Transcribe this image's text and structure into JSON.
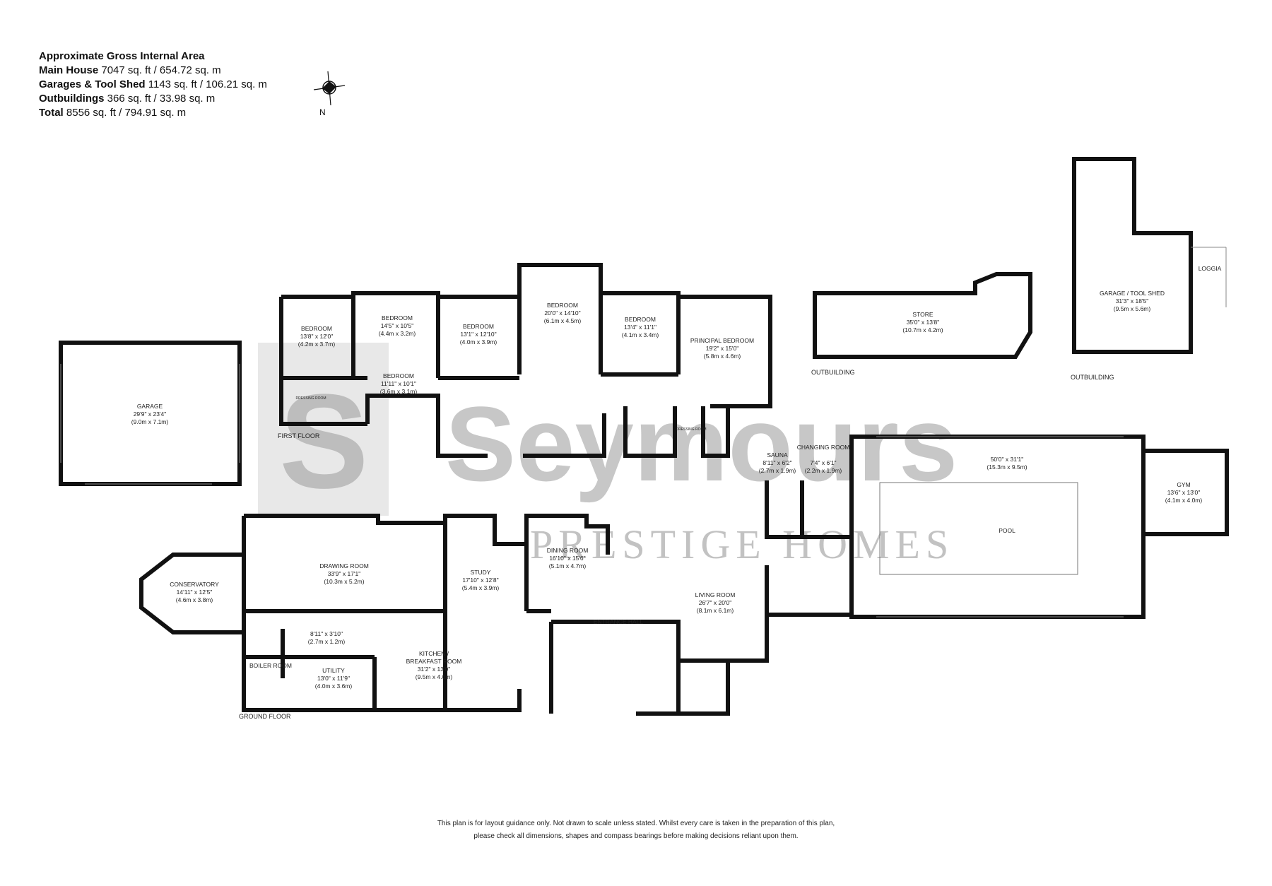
{
  "area": {
    "heading": "Approximate Gross Internal Area",
    "rows": [
      {
        "label": "Main House",
        "value": "7047 sq. ft / 654.72 sq. m"
      },
      {
        "label": "Garages & Tool Shed",
        "value": "1143 sq. ft / 106.21 sq. m"
      },
      {
        "label": "Outbuildings",
        "value": "366 sq. ft / 33.98 sq. m"
      },
      {
        "label": "Total",
        "value": "8556 sq. ft / 794.91 sq. m"
      }
    ]
  },
  "compass": {
    "north_label": "N"
  },
  "watermark": {
    "brand": "Seymours",
    "tagline": "PRESTIGE HOMES",
    "monogram": "S"
  },
  "floor_labels": {
    "first": "FIRST FLOOR",
    "ground": "GROUND FLOOR",
    "outbuilding_store": "OUTBUILDING",
    "outbuilding_garage": "OUTBUILDING"
  },
  "rooms": {
    "garage_left": {
      "name": "GARAGE",
      "imperial": "29'9\" x 23'4\"",
      "metric": "(9.0m x 7.1m)"
    },
    "bedroom_1": {
      "name": "BEDROOM",
      "imperial": "13'8\" x 12'0\"",
      "metric": "(4.2m x 3.7m)"
    },
    "bedroom_2": {
      "name": "BEDROOM",
      "imperial": "14'5\" x 10'5\"",
      "metric": "(4.4m x 3.2m)"
    },
    "bedroom_3": {
      "name": "BEDROOM",
      "imperial": "13'1\" x 12'10\"",
      "metric": "(4.0m x 3.9m)"
    },
    "bedroom_4": {
      "name": "BEDROOM",
      "imperial": "20'0\" x 14'10\"",
      "metric": "(6.1m x 4.5m)"
    },
    "bedroom_5": {
      "name": "BEDROOM",
      "imperial": "13'4\" x 11'1\"",
      "metric": "(4.1m x 3.4m)"
    },
    "principal": {
      "name": "PRINCIPAL BEDROOM",
      "imperial": "19'2\" x 15'0\"",
      "metric": "(5.8m x 4.6m)"
    },
    "bedroom_6": {
      "name": "BEDROOM",
      "imperial": "11'11\" x 10'1\"",
      "metric": "(3.6m x 3.1m)"
    },
    "dressing_1": {
      "name": "DRESSING ROOM"
    },
    "dressing_2": {
      "name": "DRESSING ROOM"
    },
    "store": {
      "name": "STORE",
      "imperial": "35'0\" x 13'8\"",
      "metric": "(10.7m x 4.2m)"
    },
    "garage_shed": {
      "name": "GARAGE / TOOL SHED",
      "imperial": "31'3\" x 18'5\"",
      "metric": "(9.5m x 5.6m)"
    },
    "loggia": {
      "name": "LOGGIA"
    },
    "sauna": {
      "name": "SAUNA",
      "imperial": "8'11\" x 6'2\"",
      "metric": "(2.7m x 1.9m)"
    },
    "changing": {
      "name": "CHANGING ROOM",
      "imperial": "7'4\" x 6'1\"",
      "metric": "(2.2m x 1.9m)"
    },
    "pool": {
      "name": "POOL",
      "imperial": "50'0\" x 31'1\"",
      "metric": "(15.3m x 9.5m)"
    },
    "gym": {
      "name": "GYM",
      "imperial": "13'6\" x 13'0\"",
      "metric": "(4.1m x 4.0m)"
    },
    "conservatory": {
      "name": "CONSERVATORY",
      "imperial": "14'11\" x 12'5\"",
      "metric": "(4.6m x 3.8m)"
    },
    "drawing": {
      "name": "DRAWING ROOM",
      "imperial": "33'9\" x 17'1\"",
      "metric": "(10.3m x 5.2m)"
    },
    "study": {
      "name": "STUDY",
      "imperial": "17'10\" x 12'8\"",
      "metric": "(5.4m x 3.9m)"
    },
    "dining": {
      "name": "DINING ROOM",
      "imperial": "16'10\" x 15'6\"",
      "metric": "(5.1m x 4.7m)"
    },
    "living": {
      "name": "LIVING ROOM",
      "imperial": "26'7\" x 20'0\"",
      "metric": "(8.1m x 6.1m)"
    },
    "entrance": {
      "name": "ENTRANCE HALL"
    },
    "small_store": {
      "imperial": "8'11\" x 3'10\"",
      "metric": "(2.7m x 1.2m)"
    },
    "boiler": {
      "name": "BOILER ROOM"
    },
    "utility": {
      "name": "UTILITY",
      "imperial": "13'0\" x 11'9\"",
      "metric": "(4.0m x 3.6m)"
    },
    "kitchen": {
      "name": "KITCHEN /",
      "name2": "BREAKFAST ROOM",
      "imperial": "31'2\" x 13'0\"",
      "metric": "(9.5m x 4.0m)"
    }
  },
  "disclaimer": {
    "line1": "This plan is for layout guidance only.  Not drawn to scale unless stated. Whilst every care is taken in the preparation of this plan,",
    "line2": "please check all dimensions, shapes and compass bearings before making decisions reliant upon them."
  }
}
